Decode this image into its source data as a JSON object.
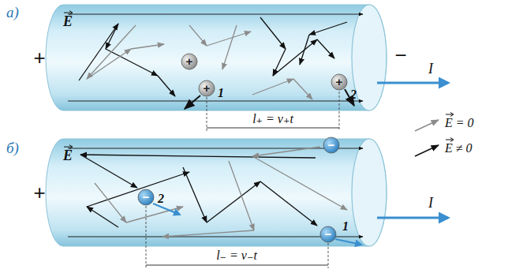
{
  "diagram": {
    "labels": [
      "а)",
      "E",
      "+",
      "+",
      "+",
      "1",
      "+",
      "2",
      "l₊ = v₊t",
      "−",
      "I",
      "б)",
      "E",
      "+",
      "−",
      "−",
      "2",
      "−",
      "1",
      "l₋ = v₋t",
      "I"
    ],
    "legend": [
      {
        "text": "E = 0"
      },
      {
        "text": "E ≠ 0"
      }
    ]
  }
}
